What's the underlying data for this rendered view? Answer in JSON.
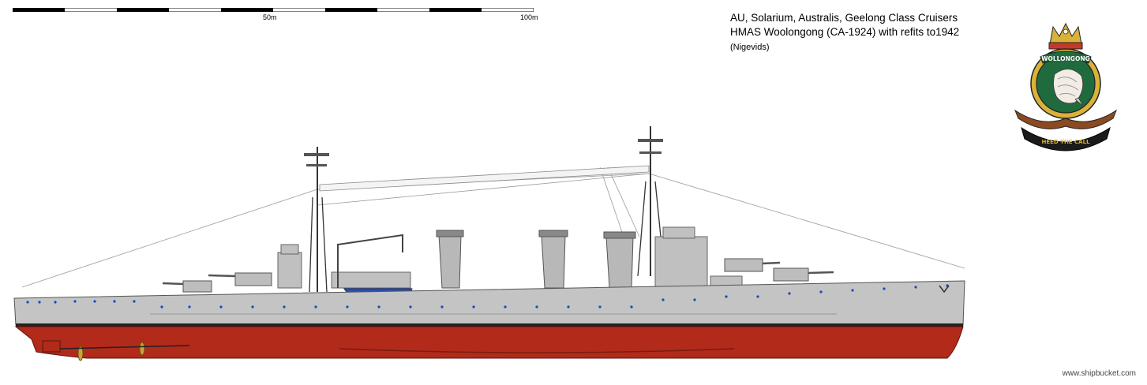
{
  "scale": {
    "tick_labels": [
      "50m",
      "100m"
    ]
  },
  "caption": {
    "line1": "AU, Solarium, Australis, Geelong Class Cruisers",
    "line2": "HMAS Woolongong (CA-1924) with refits to1942",
    "credit": "(Nigevids)"
  },
  "crest": {
    "name_ribbon": "WOLLONGONG",
    "motto": "HEED THE CALL"
  },
  "watermark": "www.shipbucket.com",
  "colors": {
    "hull_grey": "#c4c4c4",
    "hull_red": "#b22a1a",
    "crest_green": "#1f6b3e",
    "crest_gold": "#d9b23a",
    "boat_blue": "#2a4fb0",
    "porthole": "#1a46c2"
  }
}
